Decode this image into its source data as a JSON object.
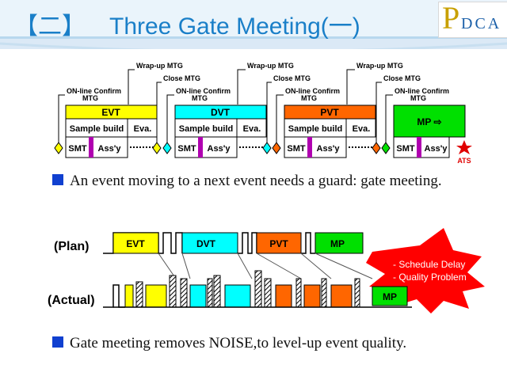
{
  "header": {
    "title_bracket": "【二】",
    "title": "Three Gate Meeting(一)",
    "logo_p": "P",
    "logo_rest": "DCA"
  },
  "colors": {
    "title_blue": "#1a7fc8",
    "evt_yellow": "#ffff00",
    "dvt_cyan": "#00ffff",
    "pvt_orange": "#ff6600",
    "mp_green": "#00e000",
    "assy_magenta": "#b000b0",
    "star_red": "#e00000",
    "burst_red": "#ff0000"
  },
  "timeline": {
    "events": [
      {
        "name": "EVT",
        "build": "Sample build",
        "eval": "Eva.",
        "smt": "SMT",
        "assy": "Ass'y",
        "color": "#ffff00",
        "diamond": "#ffff00"
      },
      {
        "name": "DVT",
        "build": "Sample build",
        "eval": "Eva.",
        "smt": "SMT",
        "assy": "Ass'y",
        "color": "#00ffff",
        "diamond": "#00ffff"
      },
      {
        "name": "PVT",
        "build": "Sample build",
        "eval": "Eva.",
        "smt": "SMT",
        "assy": "Ass'y",
        "color": "#ff6600",
        "diamond": "#ff6600"
      },
      {
        "name": "MP ⇨",
        "build": "",
        "eval": "",
        "smt": "SMT",
        "assy": "Ass'y",
        "color": "#00e000",
        "diamond": "#00e000"
      }
    ],
    "labels": {
      "online_confirm": "ON-line Confirm",
      "mtg": "MTG",
      "wrapup": "Wrap-up MTG",
      "close": "Close MTG",
      "ats": "ATS"
    }
  },
  "bullets": {
    "first": "An event moving to a next event needs a guard: gate meeting.",
    "second": "Gate meeting removes NOISE,to level-up event quality."
  },
  "plan_actual": {
    "plan_label": "(Plan)",
    "actual_label": "(Actual)",
    "plan_blocks": [
      "EVT",
      "DVT",
      "PVT",
      "MP"
    ],
    "actual_mp": "MP",
    "burst_lines": [
      "- Schedule Delay",
      "- Quality Problem"
    ]
  }
}
